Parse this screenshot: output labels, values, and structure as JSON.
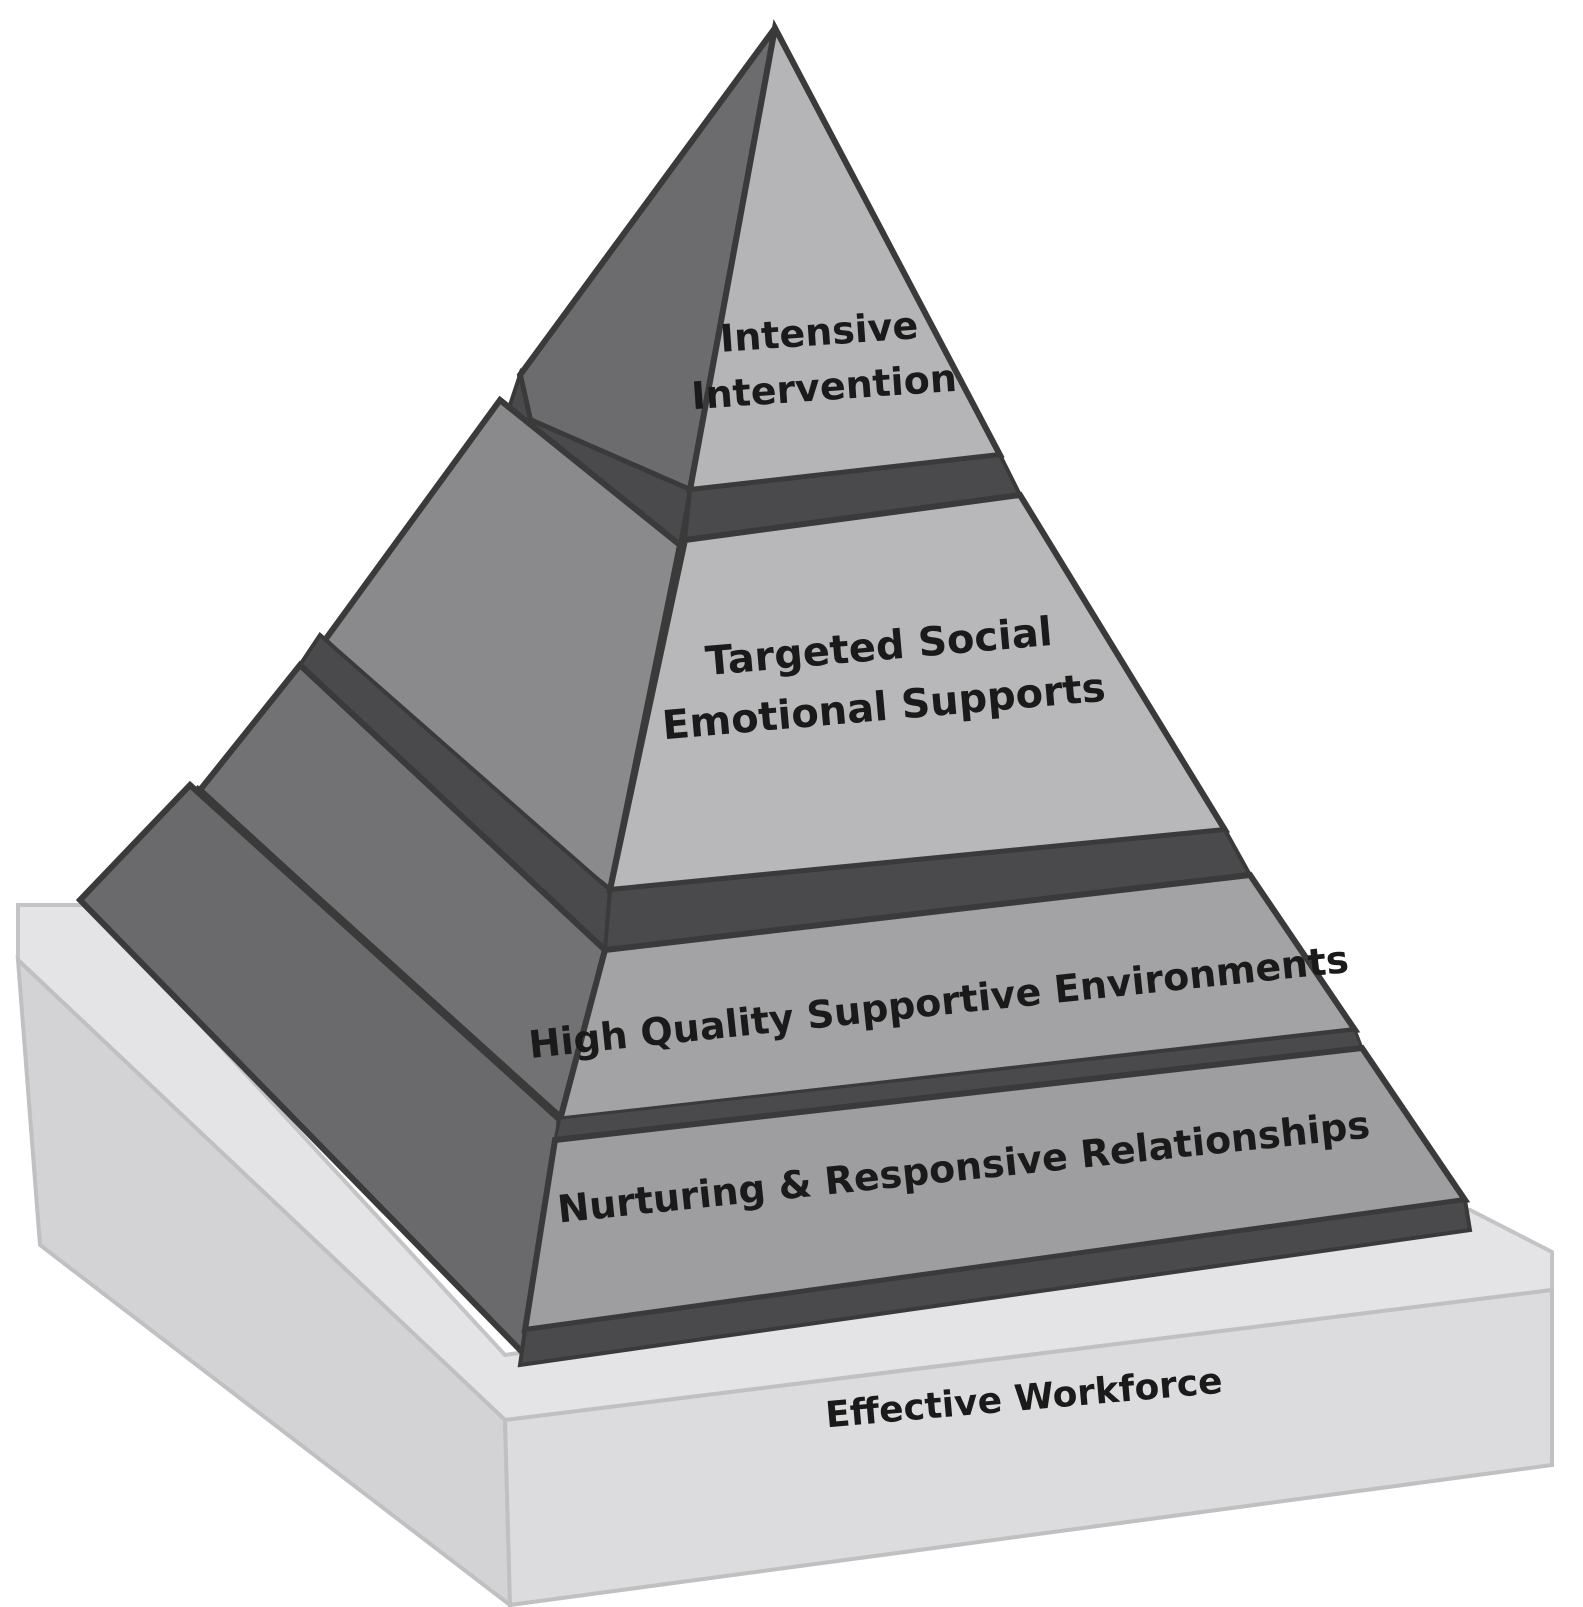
{
  "pyramid": {
    "tiers": {
      "top": {
        "line1": "Intensive",
        "line2": "Intervention"
      },
      "second": {
        "line1": "Targeted Social",
        "line2": "Emotional Supports"
      },
      "third": {
        "label": "High Quality Supportive Environments"
      },
      "bottom": {
        "label": "Nurturing & Responsive Relationships"
      }
    },
    "base": {
      "label": "Effective Workforce"
    }
  },
  "colors": {
    "outline": "#3a3a3a",
    "left_face_dark": "#5e5e60",
    "left_face_mid": "#7a7a7c",
    "right_face_light": "#b3b3b5",
    "right_face_mid": "#9d9da0",
    "band": "#4a4a4c",
    "base_top": "#e2e2e4",
    "base_side": "#cfcfd2",
    "text": "#1a1a1a"
  }
}
